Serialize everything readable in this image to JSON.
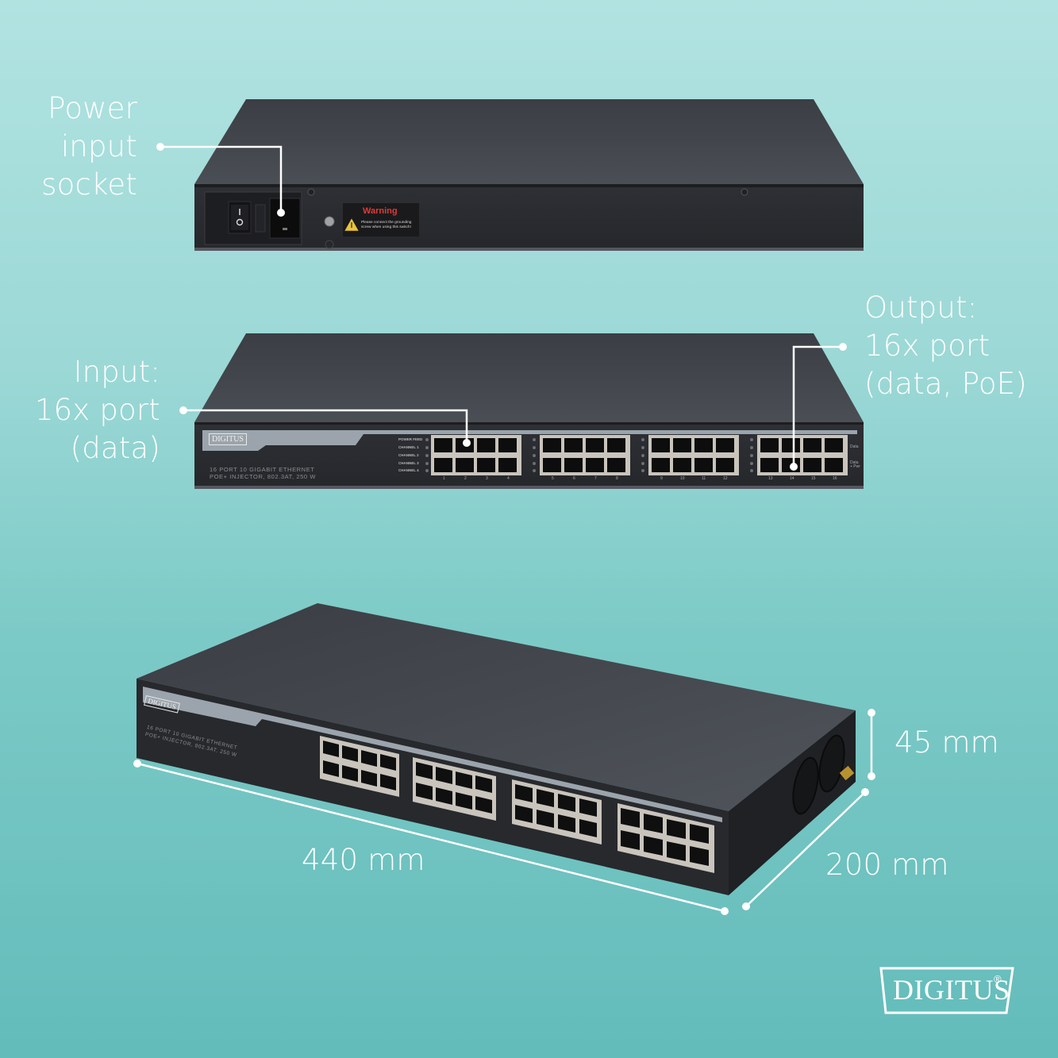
{
  "background": {
    "top_color": "#b1e3e1",
    "bottom_color": "#63bcba"
  },
  "callouts": {
    "power_input": {
      "lines": [
        "Power",
        "input",
        "socket"
      ]
    },
    "input_ports": {
      "lines": [
        "Input:",
        "16x port",
        "(data)"
      ]
    },
    "output_ports": {
      "lines": [
        "Output:",
        "16x port",
        "(data, PoE)"
      ]
    }
  },
  "dimensions": {
    "width": "440 mm",
    "depth": "200 mm",
    "height": "45 mm"
  },
  "rear_panel": {
    "power_switch_labels": [
      "I",
      "O"
    ],
    "warning_title": "Warning",
    "warning_text": [
      "Please connect the grounding",
      "screw when using this switch!"
    ]
  },
  "front_panel": {
    "brand": "DIGITUS",
    "product_line1": "16 PORT 10 GIGABIT ETHERNET",
    "product_line2": "POE+ INJECTOR, 802.3AT, 250 W",
    "led_labels": [
      "POWER FEED",
      "CHANNEL 1",
      "CHANNEL 2",
      "CHANNEL 3",
      "CHANNEL 4"
    ],
    "port_numbers": [
      "1",
      "2",
      "3",
      "4",
      "5",
      "6",
      "7",
      "8",
      "9",
      "10",
      "11",
      "12",
      "13",
      "14",
      "15",
      "16"
    ],
    "side_labels": [
      "Data",
      "Data + Pwr"
    ]
  },
  "logo": {
    "text": "DIGITUS",
    "reg": "®"
  },
  "colors": {
    "device_body": "#3d4046",
    "device_top": "#4a4d54",
    "device_front": "#2a2c30",
    "port_housing": "#c9c4bc",
    "accent_band": "#9aa3ab",
    "warning_red": "#e03a36"
  }
}
